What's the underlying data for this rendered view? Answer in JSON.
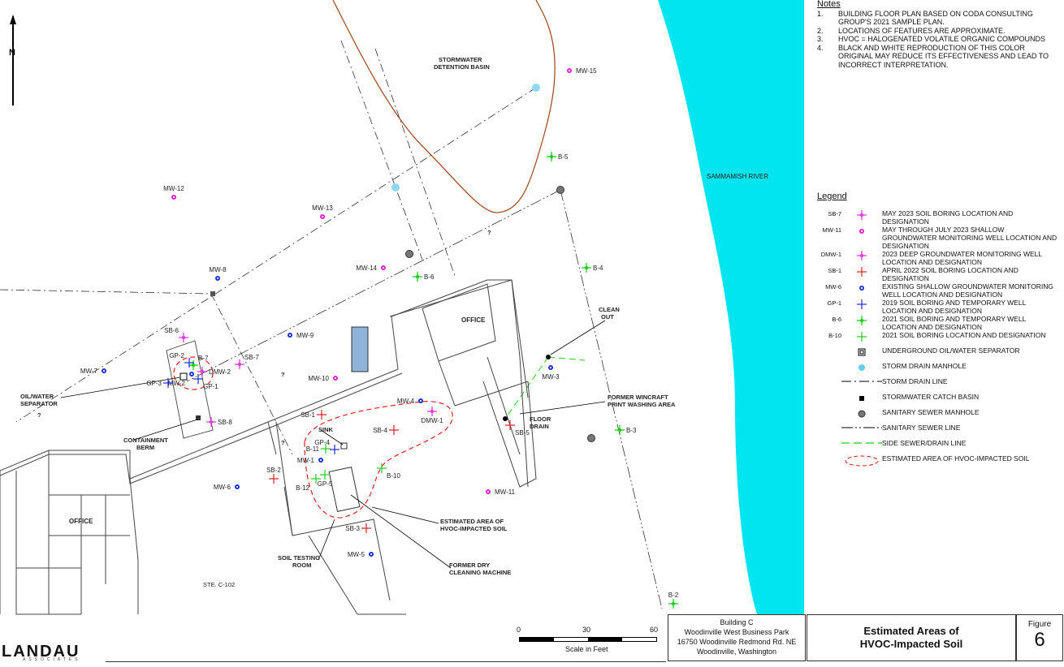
{
  "north": "N",
  "notes": {
    "title": "Notes",
    "items": [
      {
        "n": "1.",
        "text": "BUILDING FLOOR PLAN BASED ON CODA CONSULTING GROUP'S 2021 SAMPLE PLAN."
      },
      {
        "n": "2.",
        "text": "LOCATIONS OF FEATURES ARE APPROXIMATE."
      },
      {
        "n": "3.",
        "text": "HVOC = HALOGENATED VOLATILE ORGANIC COMPOUNDS"
      },
      {
        "n": "4.",
        "text": "BLACK AND WHITE REPRODUCTION OF THIS COLOR ORIGINAL MAY REDUCE ITS EFFECTIVENESS AND LEAD TO INCORRECT INTERPRETATION."
      }
    ]
  },
  "legend": {
    "title": "Legend",
    "items": [
      {
        "code": "SB-7",
        "symbol": "star-magenta",
        "color": "#e040e0",
        "desc": "May 2023 soil boring location and designation"
      },
      {
        "code": "MW-11",
        "symbol": "well-magenta",
        "color": "#e020d0",
        "desc": "May through July 2023 shallow groundwater monitoring well location and designation"
      },
      {
        "code": "DMW-1",
        "symbol": "star-magenta-big",
        "color": "#e040e0",
        "desc": "2023 deep groundwater monitoring well location and designation"
      },
      {
        "code": "SB-1",
        "symbol": "cross-red",
        "color": "#e02020",
        "desc": "April 2022 soil boring location and designation"
      },
      {
        "code": "MW-6",
        "symbol": "well-blue",
        "color": "#1a2bd8",
        "desc": "Existing shallow groundwater monitoring well location and designation"
      },
      {
        "code": "GP-1",
        "symbol": "cross-blue",
        "color": "#1a2bd8",
        "desc": "2019 soil boring and temporary well location and designation"
      },
      {
        "code": "B-6",
        "symbol": "star-green",
        "color": "#22cc22",
        "desc": "2021 soil boring and temporary well location and designation"
      },
      {
        "code": "B-10",
        "symbol": "cross-green",
        "color": "#22cc22",
        "desc": "2021 soil boring location and designation"
      },
      {
        "code": "",
        "symbol": "separator",
        "color": "#000000",
        "desc": "Underground oil/water separator"
      },
      {
        "code": "",
        "symbol": "storm-manhole",
        "color": "#66ccee",
        "desc": "Storm drain manhole"
      },
      {
        "code": "",
        "symbol": "storm-line",
        "color": "#000000",
        "desc": "Storm drain line"
      },
      {
        "code": "",
        "symbol": "catch-basin",
        "color": "#000000",
        "desc": "Stormwater catch basin"
      },
      {
        "code": "",
        "symbol": "sanitary-manhole",
        "color": "#555555",
        "desc": "Sanitary sewer manhole"
      },
      {
        "code": "",
        "symbol": "sanitary-line",
        "color": "#000000",
        "desc": "Sanitary sewer line"
      },
      {
        "code": "",
        "symbol": "side-sewer",
        "color": "#22cc22",
        "desc": "Side sewer/drain line"
      },
      {
        "code": "",
        "symbol": "hvoc-area",
        "color": "#e02020",
        "desc": "Estimated area of HVOC-impacted soil"
      }
    ]
  },
  "map": {
    "river_label": "SAMMAMISH RIVER",
    "river_color": "#00e5f0",
    "basin_label_1": "STORMWATER",
    "basin_label_2": "DETENTION BASIN",
    "office_upper": "OFFICE",
    "office_lower": "OFFICE",
    "suite": "STE. C-102",
    "callouts": {
      "clean_out_1": "CLEAN",
      "clean_out_2": "OUT",
      "wincraft_1": "FORMER WINCRAFT",
      "wincraft_2": "PRINT WASHING AREA",
      "floor_drain_1": "FLOOR",
      "floor_drain_2": "DRAIN",
      "oil_water_1": "OIL/WATER",
      "oil_water_2": "SEPARATOR",
      "containment_1": "CONTAINMENT",
      "containment_2": "BERM",
      "sink": "SINK",
      "est_area_1": "ESTIMATED AREA OF",
      "est_area_2": "HVOC-IMPACTED SOIL",
      "dry_clean_1": "FORMER DRY",
      "dry_clean_2": "CLEANING MACHINE",
      "soil_test_1": "SOIL TESTING",
      "soil_test_2": "ROOM",
      "question": "?"
    },
    "points": [
      {
        "label": "MW-15",
        "kind": "well-magenta"
      },
      {
        "label": "MW-12",
        "kind": "well-magenta"
      },
      {
        "label": "MW-13",
        "kind": "well-magenta"
      },
      {
        "label": "MW-14",
        "kind": "well-magenta"
      },
      {
        "label": "MW-10",
        "kind": "well-magenta"
      },
      {
        "label": "MW-11",
        "kind": "well-magenta"
      },
      {
        "label": "MW-8",
        "kind": "well-blue"
      },
      {
        "label": "MW-9",
        "kind": "well-blue"
      },
      {
        "label": "MW-7",
        "kind": "well-blue"
      },
      {
        "label": "MW-2",
        "kind": "well-blue"
      },
      {
        "label": "MW-4",
        "kind": "well-blue"
      },
      {
        "label": "MW-3",
        "kind": "well-blue"
      },
      {
        "label": "MW-1",
        "kind": "well-blue"
      },
      {
        "label": "MW-6",
        "kind": "well-blue"
      },
      {
        "label": "MW-5",
        "kind": "well-blue"
      },
      {
        "label": "B-5",
        "kind": "star-green"
      },
      {
        "label": "B-4",
        "kind": "star-green"
      },
      {
        "label": "B-6",
        "kind": "star-green"
      },
      {
        "label": "B-7",
        "kind": "star-green"
      },
      {
        "label": "B-3",
        "kind": "star-green"
      },
      {
        "label": "B-2",
        "kind": "star-green"
      },
      {
        "label": "B-10",
        "kind": "cross-green"
      },
      {
        "label": "B-11",
        "kind": "cross-green"
      },
      {
        "label": "B-12",
        "kind": "cross-green"
      },
      {
        "label": "SB-6",
        "kind": "star-magenta"
      },
      {
        "label": "SB-7",
        "kind": "star-magenta"
      },
      {
        "label": "SB-8",
        "kind": "star-magenta"
      },
      {
        "label": "DMW-2",
        "kind": "star-magenta"
      },
      {
        "label": "DMW-1",
        "kind": "star-magenta"
      },
      {
        "label": "SB-1",
        "kind": "cross-red"
      },
      {
        "label": "SB-2",
        "kind": "cross-red"
      },
      {
        "label": "SB-3",
        "kind": "cross-red"
      },
      {
        "label": "SB-4",
        "kind": "cross-red"
      },
      {
        "label": "SB-5",
        "kind": "cross-red"
      },
      {
        "label": "GP-1",
        "kind": "cross-blue"
      },
      {
        "label": "GP-2",
        "kind": "cross-blue"
      },
      {
        "label": "GP-3",
        "kind": "cross-blue"
      },
      {
        "label": "GP-4",
        "kind": "cross-blue"
      },
      {
        "label": "GP-5",
        "kind": "cross-green"
      }
    ]
  },
  "scale": {
    "t0": "0",
    "t1": "30",
    "t2": "60",
    "caption": "Scale in Feet"
  },
  "titleblock": {
    "line1": "Building C",
    "line2": "Woodinville West Business Park",
    "line3": "16750 Woodinville Redmond Rd. NE",
    "line4": "Woodinville, Washington",
    "title1": "Estimated Areas of",
    "title2": "HVOC-Impacted Soil",
    "figure_label": "Figure",
    "figure_number": "6"
  },
  "logo": {
    "name": "LANDAU",
    "sub": "ASSOCIATES"
  }
}
